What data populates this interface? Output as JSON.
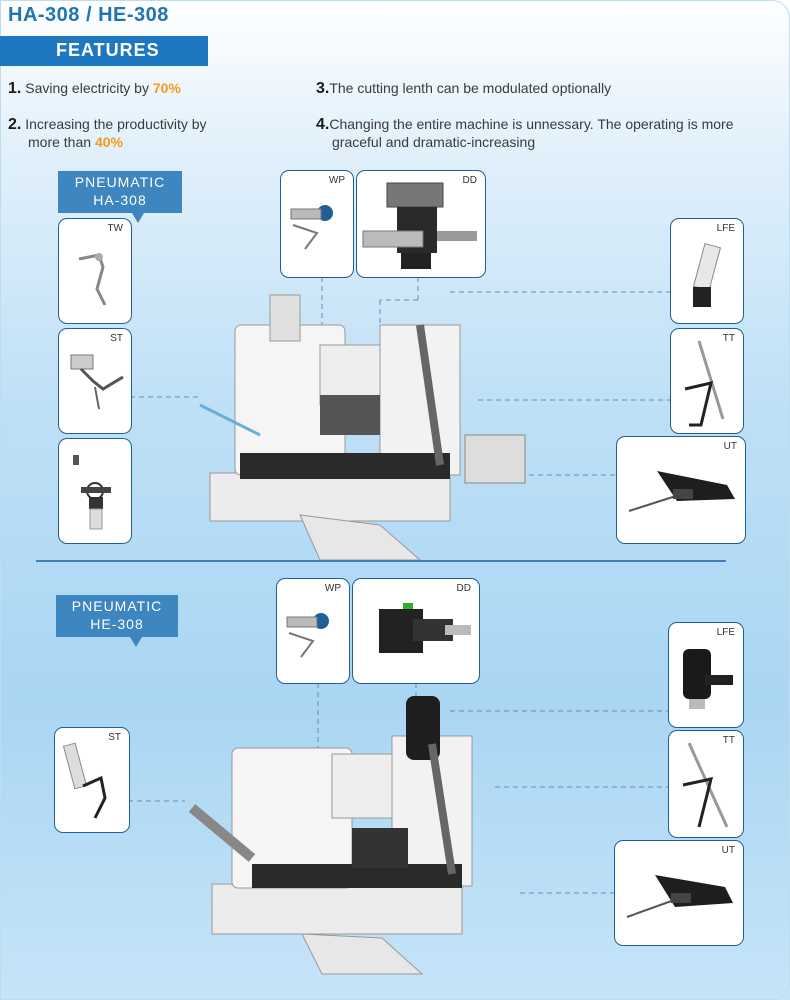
{
  "header": {
    "title": "HA-308 / HE-308",
    "features_label": "FEATURES"
  },
  "features": [
    {
      "num": "1.",
      "text": " Saving electricity by ",
      "highlight": "70%",
      "rest": ""
    },
    {
      "num": "2.",
      "text": " Increasing the productivity by",
      "cont": "more than ",
      "highlight": "40%"
    },
    {
      "num": "3.",
      "text": "The cutting lenth can be modulated optionally"
    },
    {
      "num": "4.",
      "text": "Changing the entire machine is unnessary. The operating is more",
      "cont": "graceful and dramatic-increasing"
    }
  ],
  "sections": [
    {
      "callout_line1": "PNEUMATIC",
      "callout_line2": "HA-308",
      "parts": {
        "tw": "TW",
        "st": "ST",
        "wp": "WP",
        "dd": "DD",
        "lfe": "LFE",
        "tt": "TT",
        "ut": "UT"
      }
    },
    {
      "callout_line1": "PNEUMATIC",
      "callout_line2": "HE-308",
      "parts": {
        "st": "ST",
        "wp": "WP",
        "dd": "DD",
        "lfe": "LFE",
        "tt": "TT",
        "ut": "UT"
      }
    }
  ],
  "colors": {
    "title_blue": "#1f75b3",
    "bar_blue": "#1e78c1",
    "highlight_orange": "#f39a1e",
    "callout_blue": "#3d86bf",
    "box_border": "#1f5f96"
  }
}
